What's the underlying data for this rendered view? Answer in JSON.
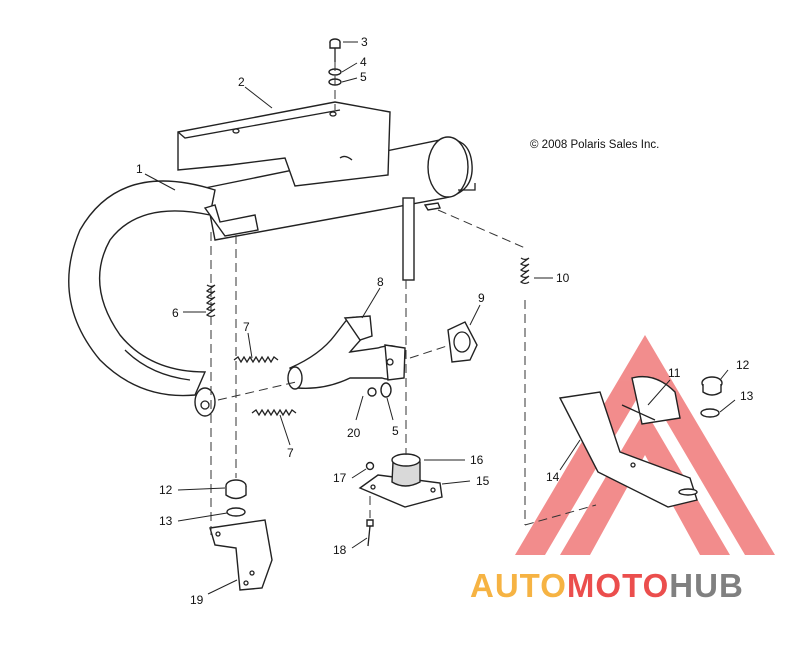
{
  "copyright": "© 2008 Polaris Sales Inc.",
  "watermark": {
    "part1": "AUTO",
    "part2": "MOTO",
    "part3": "HUB",
    "colors": {
      "triangle": "#e8302f",
      "auto": "#f5a623",
      "moto": "#e8302f",
      "hub": "#6b6b6b"
    }
  },
  "callouts": {
    "c1": "1",
    "c2": "2",
    "c3": "3",
    "c4": "4",
    "c5a": "5",
    "c6": "6",
    "c7a": "7",
    "c7b": "7",
    "c8": "8",
    "c9": "9",
    "c10": "10",
    "c11": "11",
    "c12a": "12",
    "c12b": "12",
    "c13a": "13",
    "c13b": "13",
    "c14": "14",
    "c15": "15",
    "c16": "16",
    "c17": "17",
    "c18": "18",
    "c19": "19",
    "c20": "20",
    "c5b": "5"
  }
}
